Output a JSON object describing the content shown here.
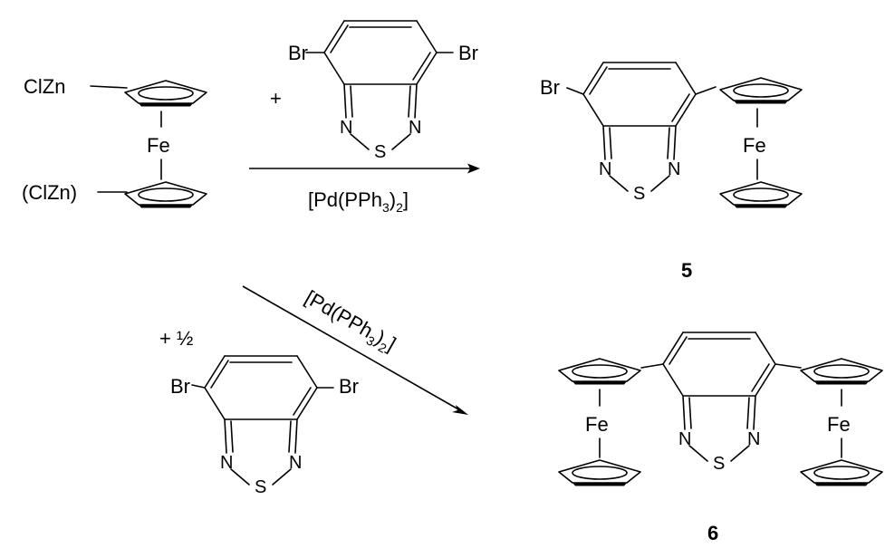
{
  "reagents": {
    "clzn_top": "ClZn",
    "clzn_bottom": "(ClZn)",
    "fe": "Fe",
    "plus": "+",
    "plus_half": "+ ½"
  },
  "atoms": {
    "br": "Br",
    "n": "N",
    "s": "S"
  },
  "conditions": {
    "catalyst_prefix": "[Pd(PPh",
    "sub3": "3",
    "close": ")",
    "sub2": "2",
    "bracket": "]"
  },
  "compounds": {
    "product_5": "5",
    "product_6": "6"
  }
}
